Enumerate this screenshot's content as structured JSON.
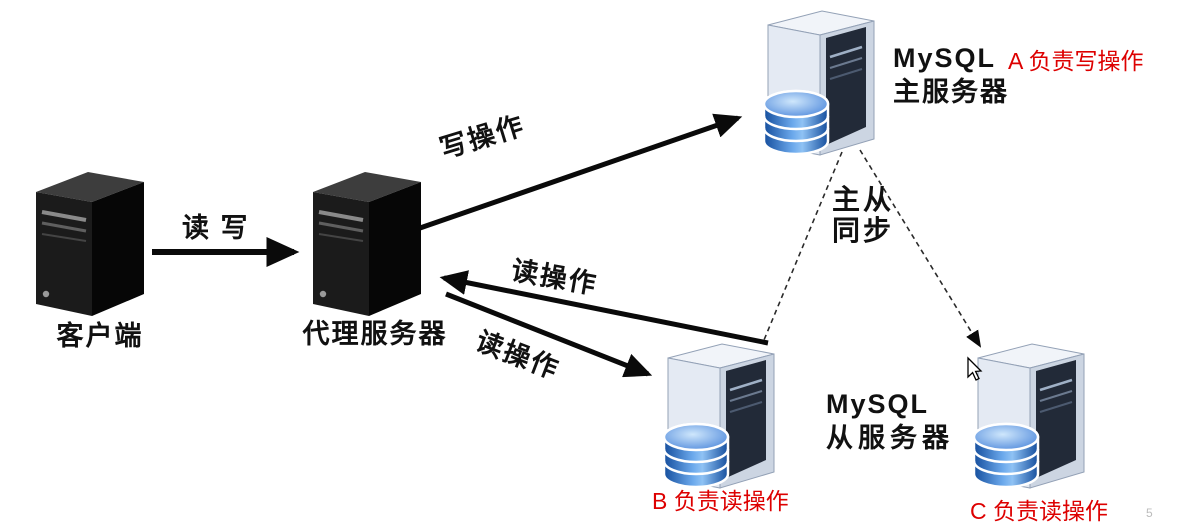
{
  "diagram": {
    "title": "MySQL read-write splitting with proxy and master-slave replication",
    "nodes": {
      "client": {
        "label": "客户端"
      },
      "proxy": {
        "label": "代理服务器"
      },
      "master": {
        "label_line1": "MySQL",
        "label_line2": "主服务器",
        "annotation": "A 负责写操作"
      },
      "slave_b": {
        "annotation": "B 负责读操作"
      },
      "slave_c": {
        "label_line1": "MySQL",
        "label_line2": "从服务器",
        "annotation": "C 负责读操作"
      }
    },
    "edges": {
      "client_to_proxy": {
        "label": "读 写"
      },
      "proxy_to_master": {
        "label": "写操作"
      },
      "slaves_to_proxy": {
        "label": "读操作"
      },
      "proxy_to_slave_b": {
        "label": "读操作"
      },
      "replication": {
        "label_line1": "主从",
        "label_line2": "同步"
      }
    },
    "colors": {
      "annotation_red": "#dd0000",
      "label_black": "#111111",
      "db_blue": "#164f9e",
      "arrow_black": "#0a0a0a"
    },
    "watermark": "5"
  }
}
